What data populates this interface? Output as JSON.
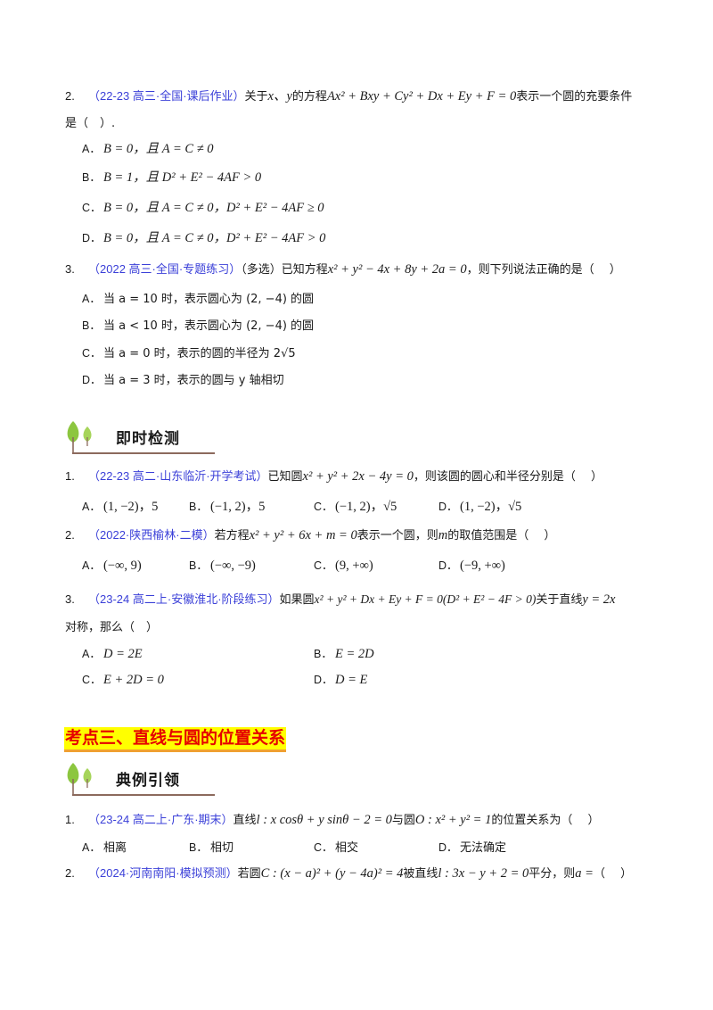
{
  "review_questions": [
    {
      "number": "2.",
      "source": "（22-23 高三·全国·课后作业）",
      "stem_pre": "关于",
      "stem_vars": "x、y",
      "stem_mid": "的方程",
      "equation": "Ax² + Bxy + Cy² + Dx + Ey + F = 0",
      "stem_post": "表示一个圆的充要条件",
      "stem_line2": "是（　）.",
      "options": [
        {
          "label": "A．",
          "text": "B = 0，且 A = C ≠ 0"
        },
        {
          "label": "B．",
          "text": "B = 1，且 D² + E² − 4AF > 0"
        },
        {
          "label": "C．",
          "text": "B = 0，且 A = C ≠ 0，D² + E² − 4AF ≥ 0"
        },
        {
          "label": "D．",
          "text": "B = 0，且 A = C ≠ 0，D² + E² − 4AF > 0"
        }
      ]
    },
    {
      "number": "3.",
      "source": "（2022 高三·全国·专题练习）",
      "stem_pre": "（多选）已知方程",
      "equation": "x² + y² − 4x + 8y + 2a = 0",
      "stem_post": "，则下列说法正确的是（　 ）",
      "options": [
        {
          "label": "A．",
          "text": "当 a = 10 时，表示圆心为 (2, −4) 的圆"
        },
        {
          "label": "B．",
          "text": "当 a < 10 时，表示圆心为 (2, −4) 的圆"
        },
        {
          "label": "C．",
          "text": "当 a = 0 时，表示的圆的半径为 2√5"
        },
        {
          "label": "D．",
          "text": "当 a = 3 时，表示的圆与 y 轴相切"
        }
      ]
    }
  ],
  "section_instant_check": {
    "heading": "即时检测",
    "icon": "twin-trees-icon",
    "questions": [
      {
        "number": "1.",
        "source": "（22-23 高二·山东临沂·开学考试）",
        "stem_pre": "已知圆",
        "equation": "x² + y² + 2x − 4y = 0",
        "stem_post": "，则该圆的圆心和半径分别是（　 ）",
        "options": [
          {
            "label": "A．",
            "text": "(1, −2)，5"
          },
          {
            "label": "B．",
            "text": "(−1, 2)，5"
          },
          {
            "label": "C．",
            "text": "(−1, 2)，√5"
          },
          {
            "label": "D．",
            "text": "(1, −2)，√5"
          }
        ]
      },
      {
        "number": "2.",
        "source": "（2022·陕西榆林·二模）",
        "stem_pre": "若方程",
        "equation": "x² + y² + 6x + m = 0",
        "stem_mid": "表示一个圆，则",
        "stem_var": "m",
        "stem_post": "的取值范围是（　 ）",
        "options": [
          {
            "label": "A．",
            "text": "(−∞, 9)"
          },
          {
            "label": "B．",
            "text": "(−∞, −9)"
          },
          {
            "label": "C．",
            "text": "(9, +∞)"
          },
          {
            "label": "D．",
            "text": "(−9, +∞)"
          }
        ]
      },
      {
        "number": "3.",
        "source": "（23-24 高二上·安徽淮北·阶段练习）",
        "stem_pre": "如果圆",
        "equation": "x² + y² + Dx + Ey + F = 0(D² + E² − 4F > 0)",
        "stem_mid": "关于直线",
        "line_eq": "y = 2x",
        "stem_line2": "对称，那么（　）",
        "options": [
          {
            "label": "A．",
            "text": "D = 2E"
          },
          {
            "label": "B．",
            "text": "E = 2D"
          },
          {
            "label": "C．",
            "text": "E + 2D = 0"
          },
          {
            "label": "D．",
            "text": "D = E"
          }
        ]
      }
    ]
  },
  "topic_banner": {
    "text": "考点三、直线与圆的位置关系",
    "background": "#ffff00",
    "color": "#e60000"
  },
  "section_examples": {
    "heading": "典例引领",
    "icon": "twin-trees-icon",
    "questions": [
      {
        "number": "1.",
        "source": "（23-24 高二上·广东·期末）",
        "stem_pre": "直线",
        "equation": "l : x cosθ + y sinθ − 2 = 0",
        "stem_mid": "与圆",
        "circle_eq": "O : x² + y² = 1",
        "stem_post": "的位置关系为（　 ）",
        "options": [
          {
            "label": "A．",
            "text": "相离"
          },
          {
            "label": "B．",
            "text": "相切"
          },
          {
            "label": "C．",
            "text": "相交"
          },
          {
            "label": "D．",
            "text": "无法确定"
          }
        ]
      },
      {
        "number": "2.",
        "source": "（2024·河南南阳·模拟预测）",
        "stem_pre": "若圆",
        "equation": "C : (x − a)² + (y − 4a)² = 4",
        "stem_mid": "被直线",
        "line_eq": "l : 3x − y + 2 = 0",
        "stem_post": "平分，则",
        "answer_var": "a =",
        "stem_end": "（　 ）"
      }
    ]
  },
  "colors": {
    "source_blue": "#3a3fd8",
    "tree_green": "#8cc63f",
    "tree_trunk": "#8c6a5d"
  }
}
